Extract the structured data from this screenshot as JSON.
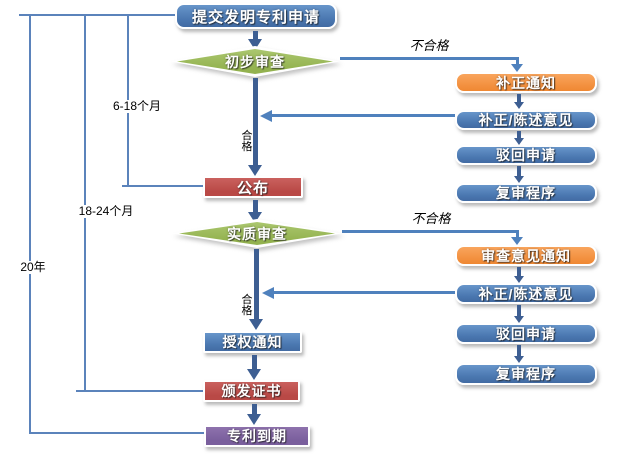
{
  "colors": {
    "node_blue": "#4F81BD",
    "node_orange": "#F79646",
    "node_red": "#C0504D",
    "node_green": "#9BBB59",
    "node_purple": "#8064A2",
    "connector_thin": "#5B83BB",
    "connector_thick": "#3D5E92",
    "label_text": "#000000"
  },
  "main_flow": {
    "submit": "提交发明专利申请",
    "preliminary_exam": "初步审查",
    "publish": "公布",
    "substantive_exam": "实质审查",
    "grant_notice": "授权通知",
    "issue_certificate": "颁发证书",
    "patent_expiry": "专利到期"
  },
  "preliminary_branch": {
    "items": [
      {
        "label": "补正通知"
      },
      {
        "label": "补正/陈述意见"
      },
      {
        "label": "驳回申请"
      },
      {
        "label": "复审程序"
      }
    ]
  },
  "substantive_branch": {
    "items": [
      {
        "label": "审查意见通知"
      },
      {
        "label": "补正/陈述意见"
      },
      {
        "label": "驳回申请"
      },
      {
        "label": "复审程序"
      }
    ]
  },
  "edge_labels": {
    "preliminary_fail": "不合格",
    "preliminary_pass": "合格",
    "substantive_fail": "不合格",
    "substantive_pass": "合格"
  },
  "duration_labels": {
    "publish_window": "6-18个月",
    "grant_window": "18-24个月",
    "patent_term": "20年"
  }
}
